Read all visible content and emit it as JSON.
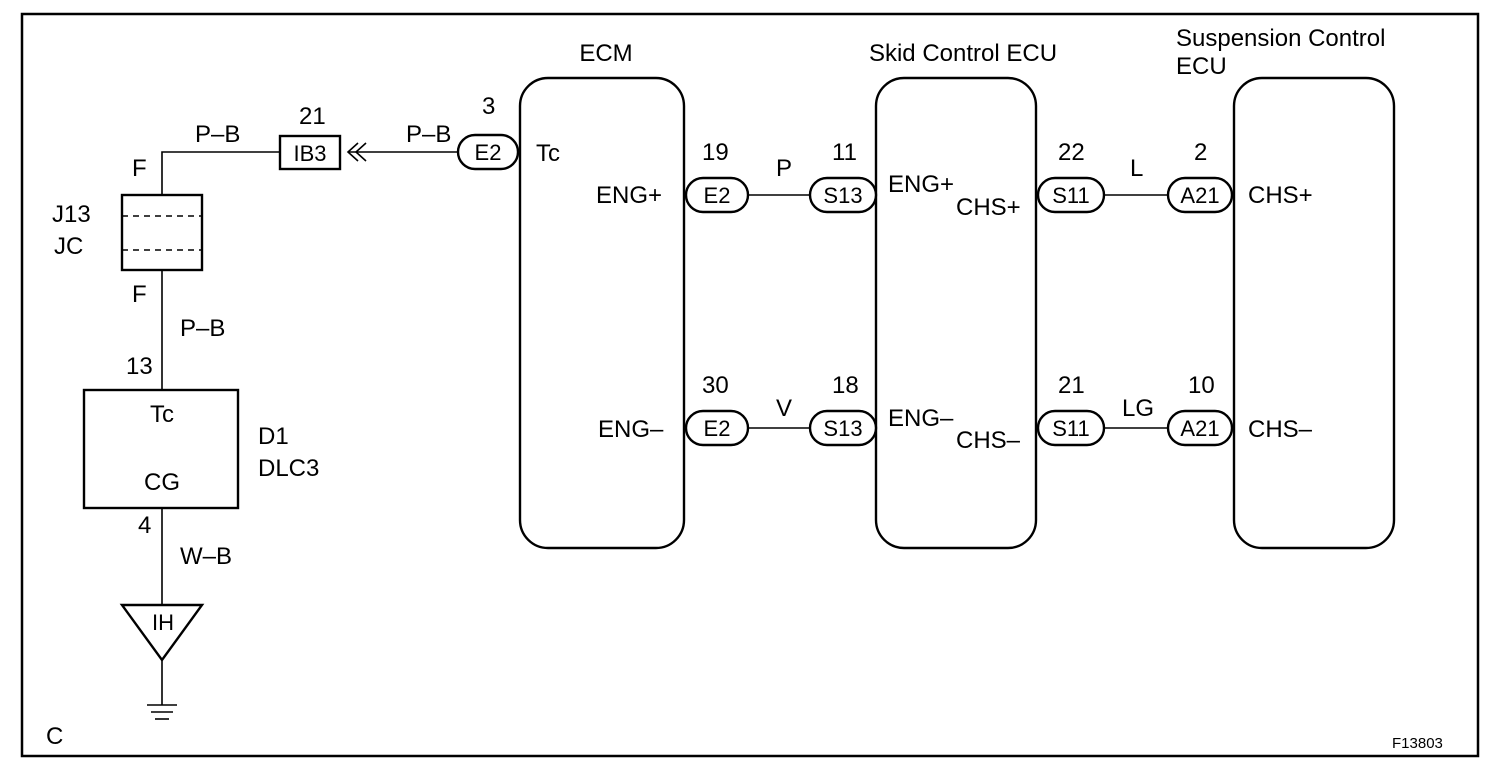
{
  "figure_id": "F13803",
  "corner_label": "C",
  "components": {
    "ecm": {
      "name": "ECM",
      "pins": {
        "tc": "Tc",
        "eng_plus": "ENG+",
        "eng_minus": "ENG–"
      }
    },
    "skid": {
      "name": "Skid Control ECU",
      "pins": {
        "eng_plus": "ENG+",
        "eng_minus": "ENG–",
        "chs_plus": "CHS+",
        "chs_minus": "CHS–"
      }
    },
    "susp": {
      "name_line1": "Suspension Control",
      "name_line2": "ECU",
      "pins": {
        "chs_plus": "CHS+",
        "chs_minus": "CHS–"
      }
    },
    "dlc3": {
      "ref": "D1",
      "name": "DLC3",
      "pins": {
        "tc": "Tc",
        "cg": "CG"
      }
    },
    "junction": {
      "ref": "J13",
      "name": "JC",
      "top_pin": "F",
      "bottom_pin": "F"
    },
    "ground": {
      "label": "IH"
    }
  },
  "connectors": {
    "ib3": {
      "label": "IB3",
      "pin": "21"
    },
    "ecm_tc": {
      "label": "E2",
      "pin": "3"
    },
    "ecm_eng_plus": {
      "label": "E2",
      "pin": "19"
    },
    "ecm_eng_minus": {
      "label": "E2",
      "pin": "30"
    },
    "skid_eng_plus": {
      "label": "S13",
      "pin": "11"
    },
    "skid_eng_minus": {
      "label": "S13",
      "pin": "18"
    },
    "skid_chs_plus": {
      "label": "S11",
      "pin": "22"
    },
    "skid_chs_minus": {
      "label": "S11",
      "pin": "21"
    },
    "susp_chs_plus": {
      "label": "A21",
      "pin": "2"
    },
    "susp_chs_minus": {
      "label": "A21",
      "pin": "10"
    },
    "dlc3_tc": {
      "pin": "13"
    },
    "dlc3_cg": {
      "pin": "4"
    }
  },
  "wires": {
    "jc_to_ib3": "P–B",
    "ib3_to_ecm": "P–B",
    "jc_to_dlc3": "P–B",
    "dlc3_to_ground": "W–B",
    "eng_plus": "P",
    "eng_minus": "V",
    "chs_plus": "L",
    "chs_minus": "LG"
  }
}
